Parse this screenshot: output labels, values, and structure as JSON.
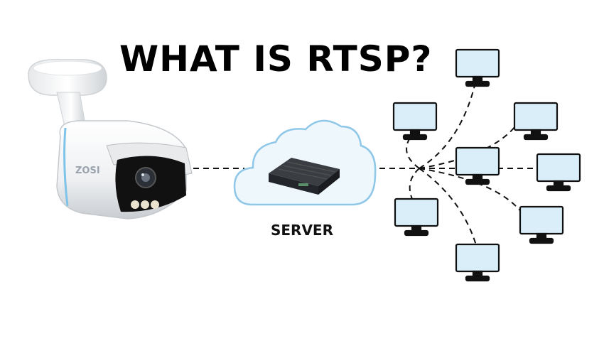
{
  "title": "WHAT IS RTSP?",
  "camera": {
    "brand": "ZOSI"
  },
  "server": {
    "label": "SERVER"
  },
  "colors": {
    "cloud_fill": "#eef7fc",
    "cloud_stroke": "#8fc7e8",
    "screen_fill": "#d9eef9",
    "line": "#111111"
  }
}
